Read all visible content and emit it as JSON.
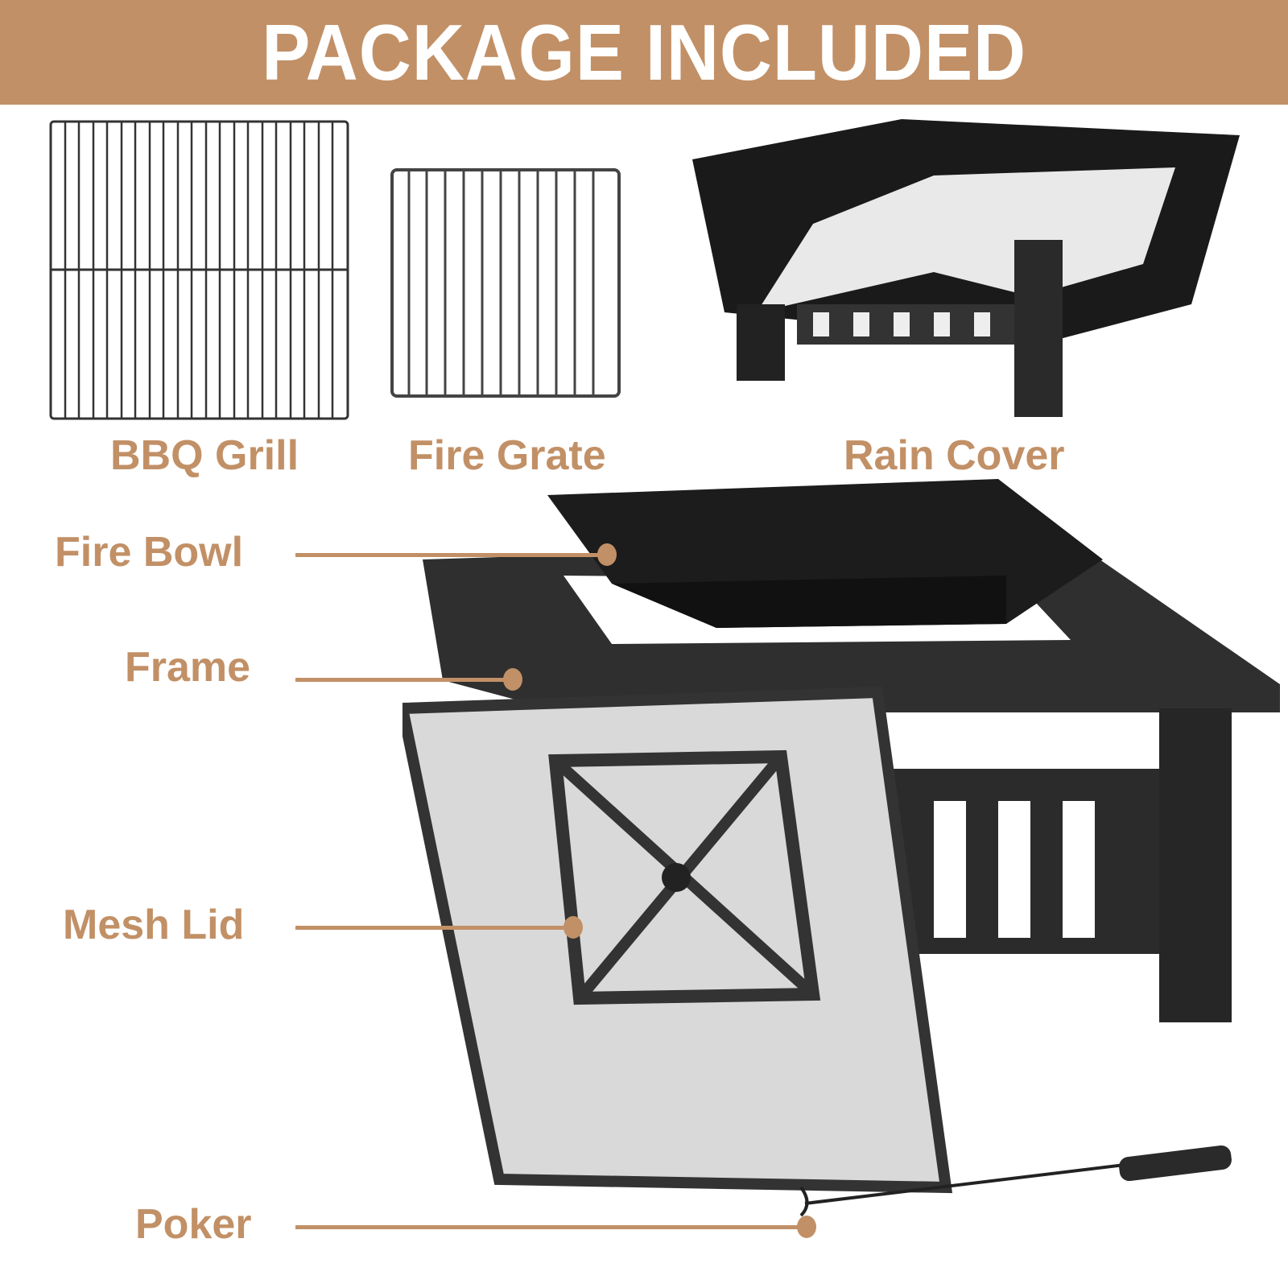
{
  "banner": {
    "title": "PACKAGE INCLUDED",
    "color": "#c29066"
  },
  "accessories": [
    {
      "label": "BBQ Grill"
    },
    {
      "label": "Fire Grate"
    },
    {
      "label": "Rain Cover"
    }
  ],
  "parts": [
    {
      "label": "Fire Bowl"
    },
    {
      "label": "Frame"
    },
    {
      "label": "Mesh Lid"
    },
    {
      "label": "Poker"
    }
  ]
}
